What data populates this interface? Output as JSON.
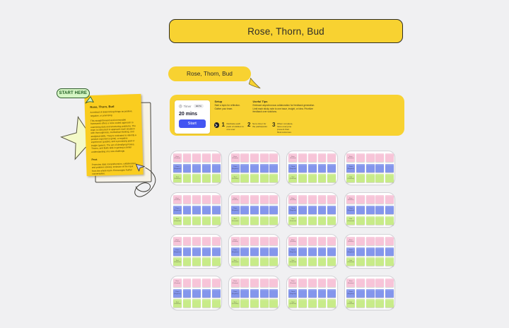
{
  "colors": {
    "background": "#f0f0f2",
    "yellow": "#f8d231",
    "sticky_yellow": "#facd1f",
    "pink_sticky": "#f7c4d8",
    "blue_sticky": "#8496ec",
    "green_sticky": "#c8eb89",
    "start_button_blue": "#4355f2",
    "start_here_green": "#d5f6c4"
  },
  "title_banner": {
    "text": "Rose, Thorn, Bud"
  },
  "speech_bubble": {
    "text": "Rose, Thorn, Bud"
  },
  "instructions_panel": {
    "timer_widget": {
      "icon": "clock-icon",
      "label": "Timer",
      "badge": "BETA",
      "duration": "20 mins",
      "start_label": "Start"
    },
    "setup": {
      "heading": "Setup",
      "body": "Start a topic for reflection.\nGather your team."
    },
    "useful_tips": {
      "heading": "Useful Tips",
      "body": "Embrace asynchronous collaboration for feedback generation. Limit each sticky note to one issue, insight, or idea. Prioritize feedback over solutions."
    },
    "steps": [
      {
        "number": "1",
        "text": "Dedicate each pack of stickies to one user"
      },
      {
        "number": "2",
        "text": "Set a timer for the participants"
      },
      {
        "number": "3",
        "text": "When complete, have everyone present their final outcomes"
      }
    ]
  },
  "start_here_tag": {
    "label": "START HERE"
  },
  "instruction_note": {
    "heading": "Rose, Thorn, Bud",
    "paragraph_1": "A method of determining things as positive, negative, or promising",
    "paragraph_2": "This straightforward and memorable framework offers a color-coded approach to examining data and structuring problems. The team is instructed to approach each situation with thoroughness, methodical thinking, and analytical skills. They're motivated to identify a positive experience (pink), a negative experience (purple), and a promising goal or insight (green). The act of identifying Roses, Thorns, and Buds aids in gaining a better understanding of a new challenge.",
    "pros_heading": "Pros",
    "pros_body": "Promotes data comprehension, collaboration, and problem solving; inclusion of the input from the whole team. Encourages fruitful conversation."
  },
  "board": {
    "grid": {
      "columns": 4,
      "rows": 4
    },
    "card_rows": [
      {
        "label_line1": "Rose",
        "label_line2": "(Positive)",
        "color": "#f7c4d8",
        "blank_count": 4
      },
      {
        "label_line1": "Thorn",
        "label_line2": "(Negative)",
        "color": "#8496ec",
        "blank_count": 4
      },
      {
        "label_line1": "Bud",
        "label_line2": "(Potential)",
        "color": "#c8eb89",
        "blank_count": 4
      }
    ]
  }
}
